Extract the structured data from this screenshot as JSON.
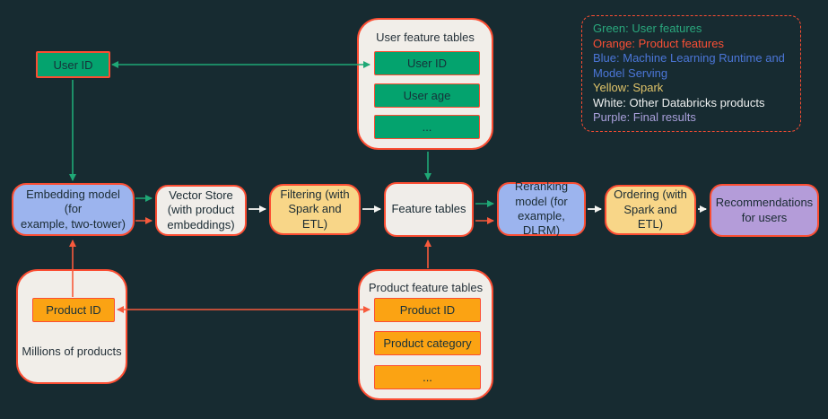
{
  "colors": {
    "background": "#172b31",
    "box_border_red": "#fb4d32",
    "green_fill": "#04a36e",
    "orange_fill": "#fba313",
    "blue_fill": "#9cb4ee",
    "yellow_fill": "#f8d688",
    "purple_fill": "#b49cd9",
    "off_white_fill": "#f0ede9",
    "arrow_green": "#1fa876",
    "arrow_orange": "#f75a3c",
    "arrow_white": "#f6f6f3"
  },
  "legend": {
    "items": [
      {
        "label": "Green: User features",
        "color": "#2aa87d"
      },
      {
        "label": "Orange: Product features",
        "color": "#fb4f35"
      },
      {
        "label": "Blue: Machine Learning Runtime and\nModel Serving",
        "color": "#4b76d8"
      },
      {
        "label": "Yellow: Spark",
        "color": "#e0c469"
      },
      {
        "label": "White: Other Databricks products",
        "color": "#f0f2f2"
      },
      {
        "label": "Purple: Final results",
        "color": "#a9a0db"
      }
    ]
  },
  "nodes": {
    "user_id_top": {
      "label": "User ID"
    },
    "user_feature_tables": {
      "title": "User feature tables",
      "rows": [
        "User ID",
        "User age",
        "..."
      ]
    },
    "embedding_model": {
      "label": "Embedding model (for\nexample, two-tower)"
    },
    "vector_store": {
      "label": "Vector Store\n(with product\nembeddings)"
    },
    "filtering": {
      "label": "Filtering (with\nSpark and ETL)"
    },
    "feature_tables": {
      "label": "Feature tables"
    },
    "reranking_model": {
      "label": "Reranking\nmodel (for\nexample, DLRM)"
    },
    "ordering": {
      "label": "Ordering (with\nSpark and ETL)"
    },
    "recommendations": {
      "label": "Recommendations\nfor users"
    },
    "millions_of_products": {
      "chip": "Product ID",
      "label": "Millions of products"
    },
    "product_feature_tables": {
      "title": "Product feature tables",
      "rows": [
        "Product ID",
        "Product category",
        "..."
      ]
    }
  }
}
